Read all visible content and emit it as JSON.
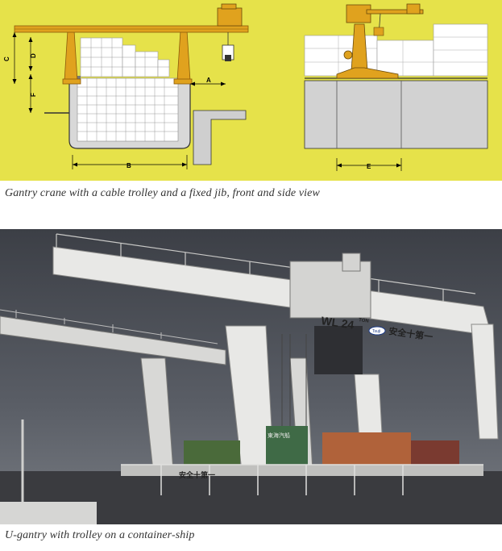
{
  "diagram": {
    "dimension_labels": {
      "A": "A",
      "B": "B",
      "C": "C",
      "D": "D",
      "E": "E",
      "F": "F"
    }
  },
  "captions": {
    "top": "Gantry crane with a cable trolley and a fixed jib, front and side view",
    "bottom": "U-gantry with trolley on a container-ship"
  },
  "photo": {
    "crane_load_marking": "WL 24",
    "crane_load_unit": "TON",
    "crane_brand_badge": "Tsuji",
    "safety_slogan_main": "安全十第一",
    "safety_slogan_lower": "安全十第一",
    "container_marking": "東海汽船"
  },
  "colors": {
    "diagram_background": "#e6e24a",
    "crane_yellow": "#e0a21e",
    "container_green": "#4a6a3a",
    "crane_white": "#e8e8e6"
  }
}
